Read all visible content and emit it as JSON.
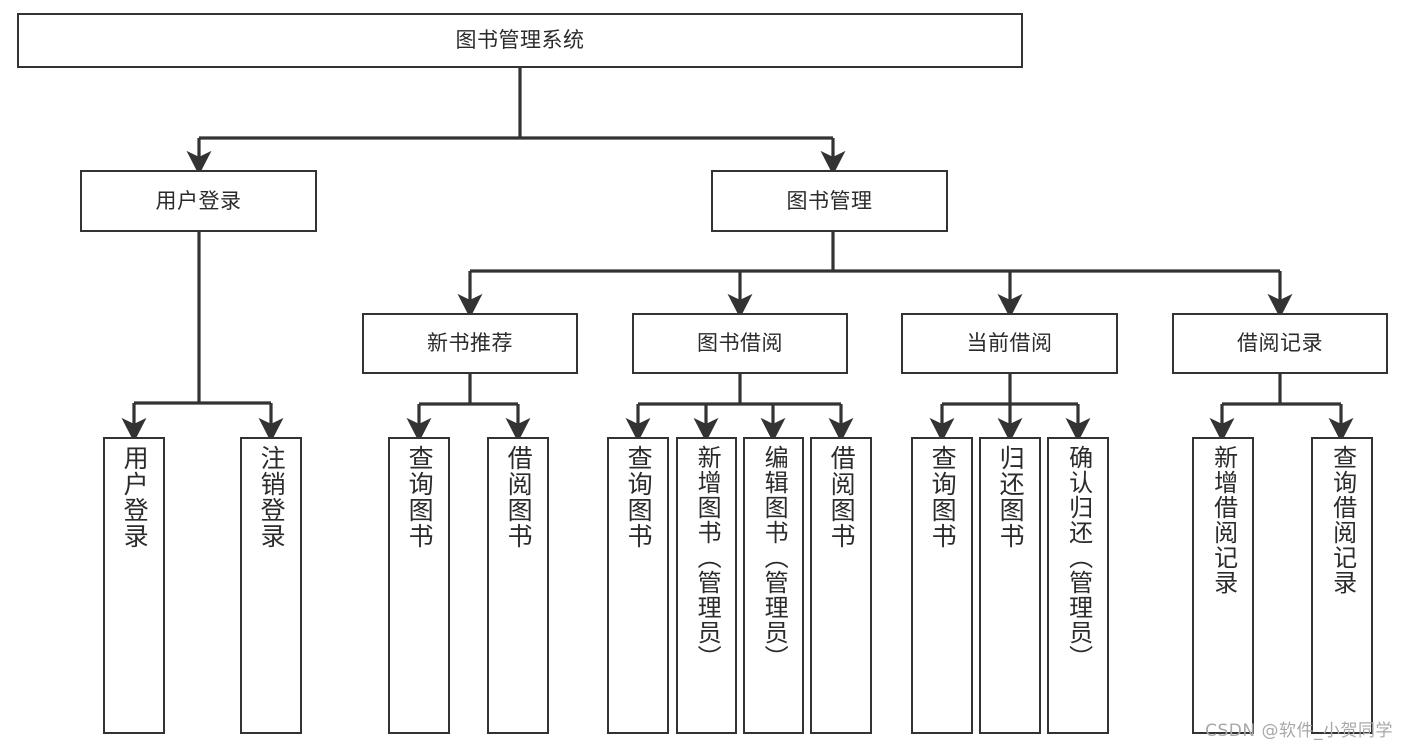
{
  "diagram": {
    "title": "图书管理系统",
    "watermark": "CSDN @软件_小贺同学",
    "colors": {
      "box_border": "#333333",
      "box_fill": "#ffffff",
      "edge": "#333333",
      "text": "#2b2b2b",
      "watermark": "#a8a8a8",
      "background": "#ffffff"
    },
    "nodes": {
      "root": {
        "label": "图书管理系统"
      },
      "level2": [
        {
          "label": "用户登录"
        },
        {
          "label": "图书管理"
        }
      ],
      "level3": [
        {
          "label": "新书推荐"
        },
        {
          "label": "图书借阅"
        },
        {
          "label": "当前借阅"
        },
        {
          "label": "借阅记录"
        }
      ],
      "leaves_user_login": [
        {
          "label": "用户登录"
        },
        {
          "label": "注销登录"
        }
      ],
      "leaves_new_book": [
        {
          "label": "查询图书"
        },
        {
          "label": "借阅图书"
        }
      ],
      "leaves_book_borrow": [
        {
          "label": "查询图书"
        },
        {
          "label": "新增图书（管理员）"
        },
        {
          "label": "编辑图书（管理员）"
        },
        {
          "label": "借阅图书"
        }
      ],
      "leaves_current_borrow": [
        {
          "label": "查询图书"
        },
        {
          "label": "归还图书"
        },
        {
          "label": "确认归还（管理员）"
        }
      ],
      "leaves_borrow_record": [
        {
          "label": "新增借阅记录"
        },
        {
          "label": "查询借阅记录"
        }
      ]
    }
  }
}
